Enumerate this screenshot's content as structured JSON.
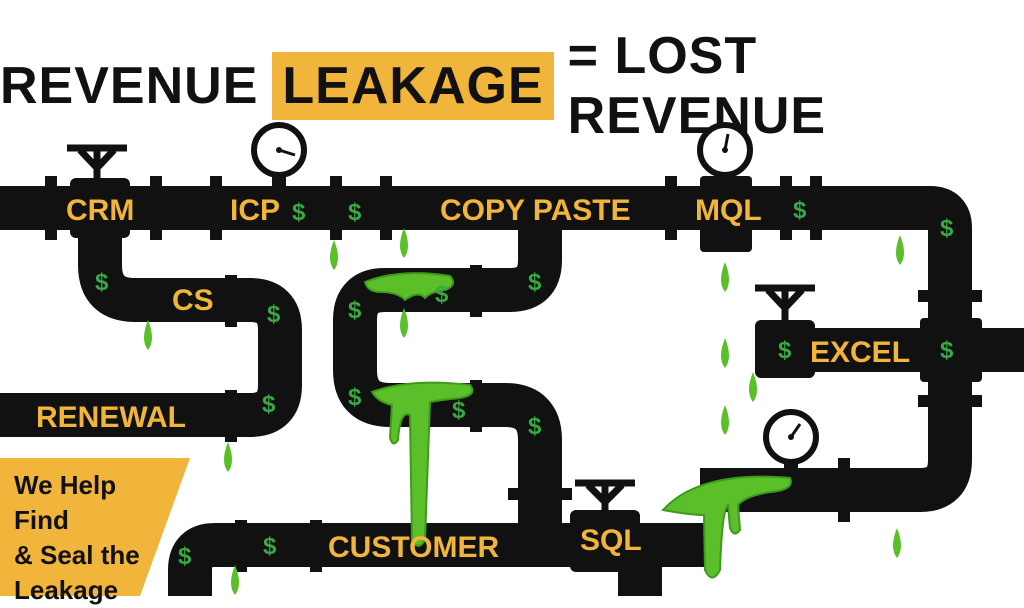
{
  "title": {
    "part1": "REVENUE",
    "highlight": "LEAKAGE",
    "part2": "= LOST REVENUE"
  },
  "pipe_labels": {
    "crm": "CRM",
    "icp": "ICP",
    "copy_paste": "COPY PASTE",
    "mql": "MQL",
    "cs": "CS",
    "excel": "EXCEL",
    "renewal": "RENEWAL",
    "customer": "CUSTOMER",
    "sql": "SQL"
  },
  "dollar_sign": "$",
  "cta": {
    "line1": "We Help Find",
    "line2": "& Seal the",
    "line3": "Leakage"
  },
  "colors": {
    "pipe": "#111111",
    "label": "#f1b53c",
    "dollar": "#37a843",
    "slime": "#5bbf2a",
    "slime_dark": "#3f9a1c",
    "cta_bg": "#f1b53c"
  }
}
